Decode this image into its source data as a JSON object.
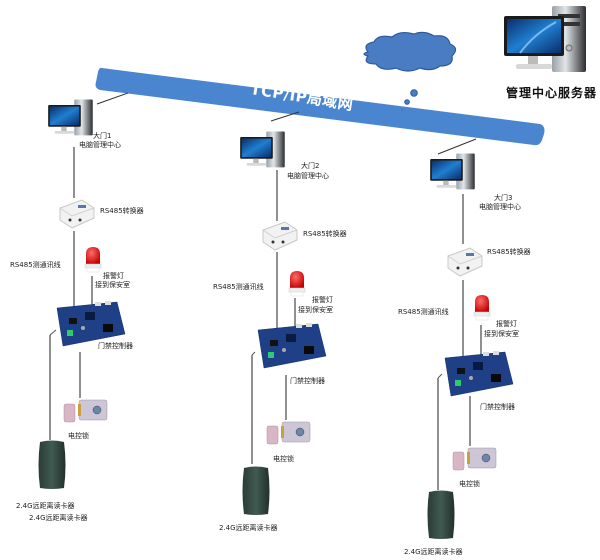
{
  "network": {
    "lan_label": "TCP/IP局域网",
    "server_label": "管理中心服务器",
    "colors": {
      "lan_band": "#4a86d0",
      "cloud": "#4a7cc4",
      "cloud_border": "#2c5a9a",
      "line": "#333333"
    }
  },
  "doors": [
    {
      "pc_label_line1": "大门1",
      "pc_label_line2": "电脑管理中心",
      "converter_label": "RS485转换器",
      "bus_label": "RS485测通讯线",
      "alarm_label_line1": "报警灯",
      "alarm_label_line2": "接到保安室",
      "controller_label": "门禁控制器",
      "lock_label": "电控锁",
      "reader_labels": [
        "2.4G远距离读卡器",
        "2.4G远距离读卡器"
      ]
    },
    {
      "pc_label_line1": "大门2",
      "pc_label_line2": "电脑管理中心",
      "converter_label": "RS485转换器",
      "bus_label": "RS485测通讯线",
      "alarm_label_line1": "报警灯",
      "alarm_label_line2": "接到保安室",
      "controller_label": "门禁控制器",
      "lock_label": "电控锁",
      "reader_labels": [
        "2.4G远距离读卡器"
      ]
    },
    {
      "pc_label_line1": "大门3",
      "pc_label_line2": "电脑管理中心",
      "converter_label": "RS485转换器",
      "bus_label": "RS485测通讯线",
      "alarm_label_line1": "报警灯",
      "alarm_label_line2": "接到保安室",
      "controller_label": "门禁控制器",
      "lock_label": "电控锁",
      "reader_labels": [
        "2.4G远距离读卡器"
      ]
    }
  ]
}
